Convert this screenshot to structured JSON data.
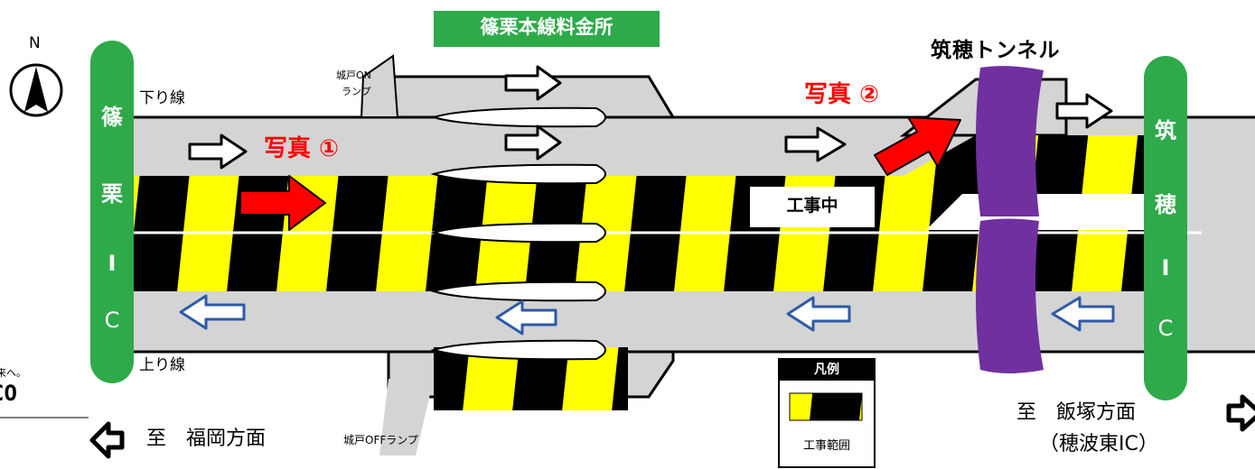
{
  "toll_gate": {
    "label": "篠栗本線料金所"
  },
  "tunnel": {
    "label": "筑穂トンネル"
  },
  "interchanges": {
    "west": {
      "chars": [
        "篠",
        "栗",
        "I",
        "C"
      ]
    },
    "east": {
      "chars": [
        "筑",
        "穂",
        "I",
        "C"
      ]
    }
  },
  "lanes": {
    "down": "下り線",
    "up": "上り線"
  },
  "ramps": {
    "on": {
      "line1": "城戸ON",
      "line2": "ランプ"
    },
    "off": "城戸OFFランプ"
  },
  "photos": {
    "p1": "写真 ①",
    "p2": "写真 ②"
  },
  "construction_label": "工事中",
  "legend": {
    "title": "凡例",
    "item": "工事範囲"
  },
  "directions": {
    "west": "至　福岡方面",
    "east_line1": "至　飯塚方面",
    "east_line2": "（穂波東IC）"
  },
  "compass": {
    "label": "N"
  },
  "cropped_text": {
    "line1": "来へ。",
    "line2": "CO"
  },
  "colors": {
    "road": "#d4d4d4",
    "road_outline": "#000000",
    "hatch_yellow": "#ffff00",
    "hatch_black": "#000000",
    "ic_green": "#2eaa4a",
    "tunnel_purple": "#7030a0",
    "arrow_red": "#ff0000",
    "arrow_blue": "#2e5aa8"
  }
}
